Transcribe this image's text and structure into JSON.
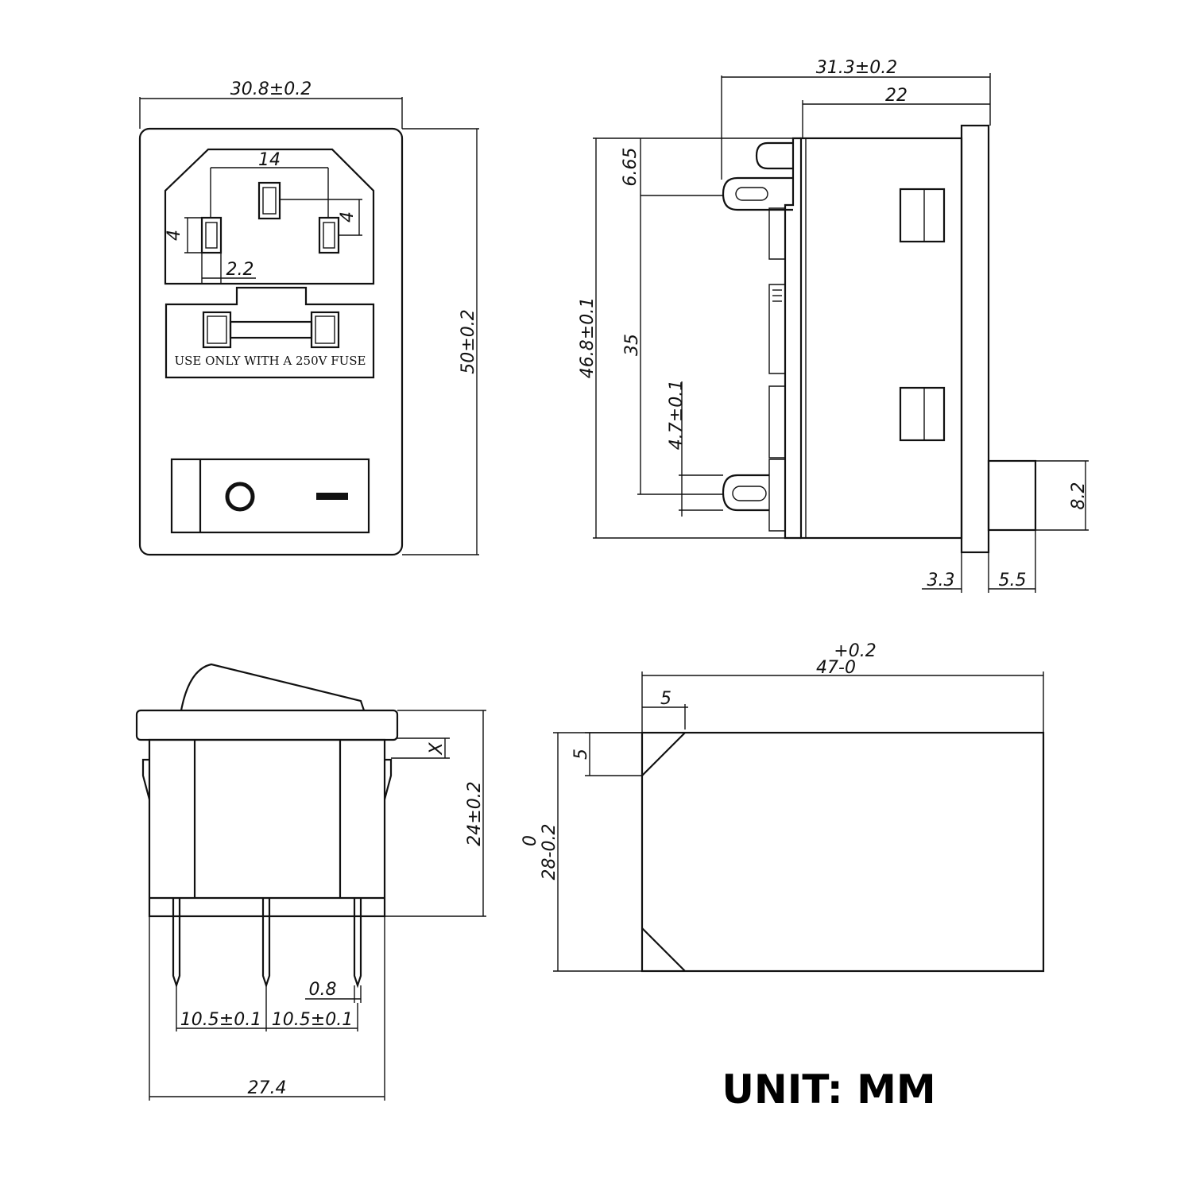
{
  "front_view": {
    "width_dim": "30.8±0.2",
    "height_dim": "50±0.2",
    "pin_spacing_dim": "14",
    "pin_height_left_dim": "4",
    "pin_height_right_dim": "4",
    "pin_width_dim": "2.2",
    "fuse_label": "USE ONLY WITH A 250V FUSE",
    "switch_off_symbol": "O",
    "switch_on_symbol": "I"
  },
  "side_view": {
    "overall_depth_dim": "31.3±0.2",
    "body_depth_dim": "22",
    "overall_height_dim": "46.8±0.1",
    "top_terminal_dim": "6.65",
    "terminal_spacing_dim": "35",
    "terminal_width_dim": "4.7±0.1",
    "rocker_height_dim": "8.2",
    "flange_dim": "3.3",
    "rocker_protrusion_dim": "5.5"
  },
  "switch_view": {
    "height_dim": "24±0.2",
    "flange_offset_dim": "X",
    "pin_thickness_dim": "0.8",
    "pin_spacing_left_dim": "10.5±0.1",
    "pin_spacing_right_dim": "10.5±0.1",
    "width_dim": "27.4"
  },
  "cutout_view": {
    "width_tol_upper": "+0.2",
    "width_dim": "47-0",
    "chamfer_x_dim": "5",
    "chamfer_y_dim": "5",
    "height_tol": "0",
    "height_dim": "28-0.2"
  },
  "unit_label": "UNIT: MM"
}
